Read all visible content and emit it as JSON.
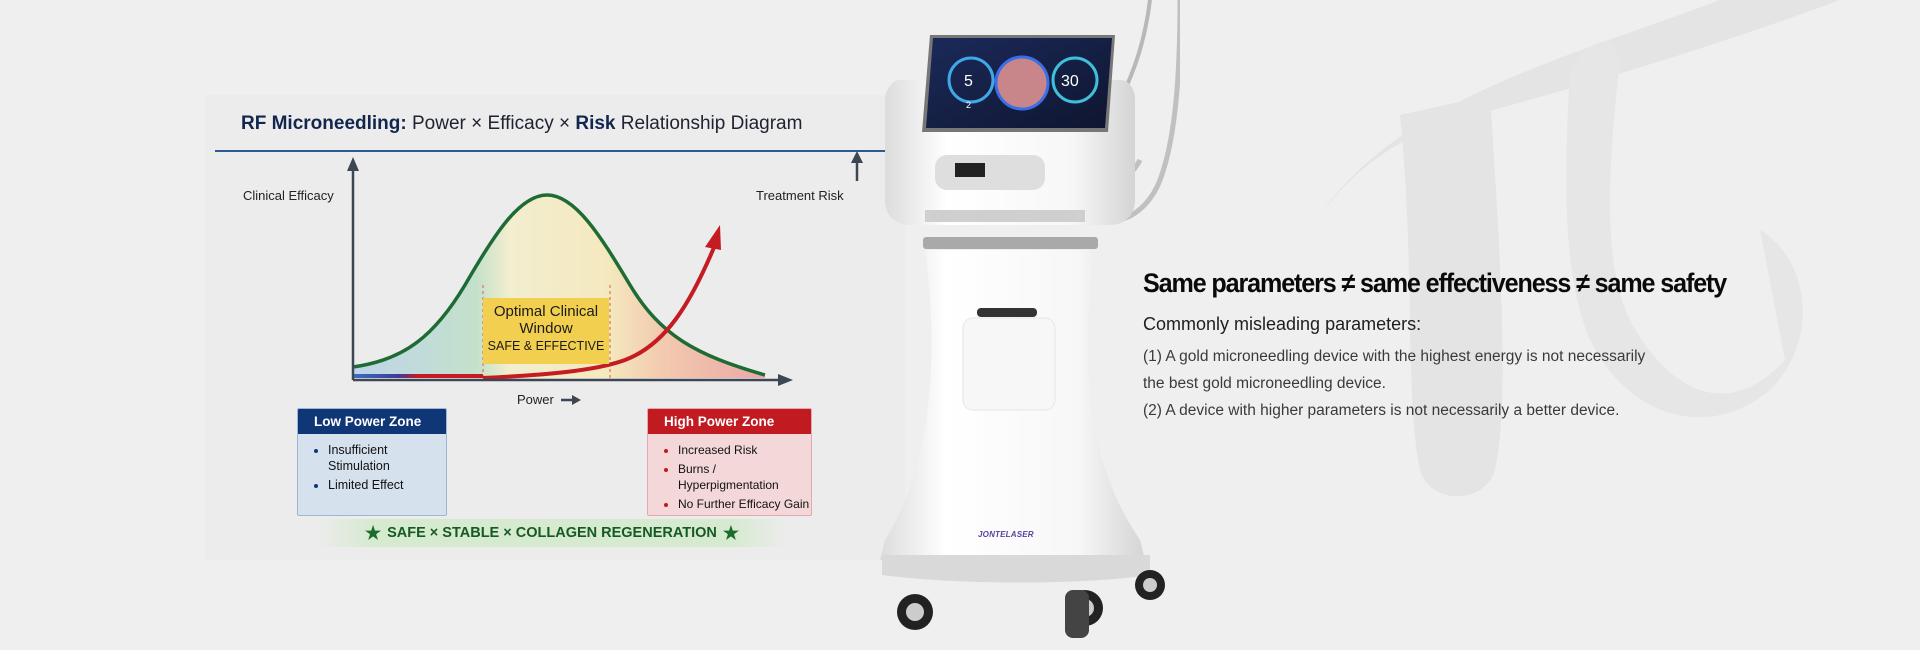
{
  "diagram": {
    "title_bold_1": "RF Microneedling:",
    "title_part_1": " Power × Efficacy × ",
    "title_bold_2": "Risk",
    "title_part_2": " Relationship Diagram",
    "y_axis_left": "Clinical Efficacy",
    "y_axis_right": "Treatment Risk",
    "x_axis": "Power",
    "optimal_window": {
      "line1": "Optimal Clinical",
      "line2": "Window",
      "line3": "SAFE & EFFECTIVE"
    },
    "low_zone": {
      "title": "Low Power Zone",
      "items": [
        "Insufficient Stimulation",
        "Limited Effect"
      ]
    },
    "high_zone": {
      "title": "High Power Zone",
      "items": [
        "Increased Risk",
        "Burns / Hyperpigmentation",
        "No Further Efficacy Gain"
      ]
    },
    "banner": "SAFE × STABLE × COLLAGEN REGENERATION",
    "colors": {
      "efficacy_curve": "#1f6b34",
      "risk_curve": "#c41c22",
      "axis": "#3d4653",
      "low_zone": "#0f3778",
      "high_zone": "#c21a21",
      "window": "#f2cf4e"
    }
  },
  "chart_data": {
    "type": "line",
    "title": "RF Microneedling: Power × Efficacy × Risk Relationship Diagram",
    "xlabel": "Power",
    "ylabel": "Clinical Efficacy",
    "ylabel_secondary": "Treatment Risk",
    "series": [
      {
        "name": "Clinical Efficacy",
        "shape": "bell curve peaking mid-power",
        "x": [
          0,
          10,
          20,
          30,
          40,
          50,
          60,
          70,
          80,
          90,
          100
        ],
        "values": [
          10,
          14,
          24,
          52,
          85,
          98,
          82,
          48,
          22,
          9,
          4
        ]
      },
      {
        "name": "Treatment Risk",
        "shape": "exponential rise",
        "x": [
          0,
          10,
          20,
          30,
          40,
          50,
          60,
          70,
          80,
          90,
          100
        ],
        "values": [
          0,
          1,
          2,
          3,
          4,
          6,
          9,
          16,
          32,
          62,
          100
        ]
      }
    ],
    "annotations": [
      "Optimal Clinical Window — SAFE & EFFECTIVE",
      "Low Power Zone",
      "High Power Zone"
    ]
  },
  "device": {
    "brand": "JONTELASER",
    "screen_left_value": "5",
    "screen_right_value": "30",
    "screen_small_value": "2"
  },
  "right": {
    "headline": "Same parameters ≠ same effectiveness ≠ same safety",
    "subhead": "Commonly misleading parameters:",
    "line1": "(1) A gold microneedling device with the highest energy is not necessarily",
    "line2": "the best gold microneedling device.",
    "line3": "(2) A device with higher parameters is not necessarily a better device."
  }
}
